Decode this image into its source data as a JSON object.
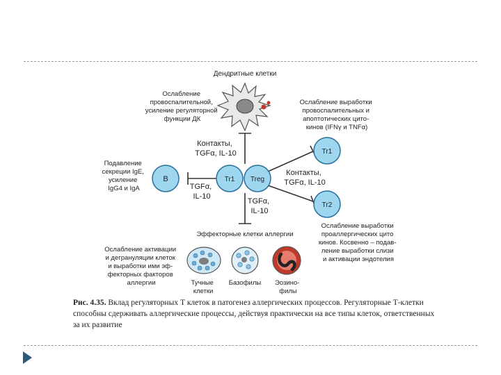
{
  "diagram": {
    "dendritic_title": "Дендритные клетки",
    "dc_effect": [
      "Ослабление",
      "провоспалительной,",
      "усиление регуляторной",
      "функции ДК"
    ],
    "contacts_upper": [
      "Контакты,",
      "TGFα, IL-10"
    ],
    "b_effect": [
      "Подавление",
      "секреции IgE,",
      "усиление",
      "IgG4 и IgA"
    ],
    "b_cell": "B",
    "tgf_left": [
      "TGFα,",
      "IL-10"
    ],
    "tr1": "Tr1",
    "treg": "Treg",
    "tr1_right": "Tr1",
    "tr2_right": "Tr2",
    "tr1_effect": [
      "Ослабление выработки",
      "провоспалительных и",
      "апоптотических цито-",
      "кинов (IFNγ и TNFα)"
    ],
    "contacts_right": [
      "Контакты,",
      "TGFα, IL-10"
    ],
    "tgf_bottom": [
      "TGFα,",
      "IL-10"
    ],
    "tr2_effect": [
      "Ослабление выработки",
      "проаллергических цито",
      "кинов. Косвенно – подав-",
      "ление выработки слизи",
      "и активации эндотелия"
    ],
    "effector_title": "Эффекторные клетки аллергии",
    "effector_effect": [
      "Ослабление активации",
      "и дегрануляции клеток",
      "и выработки ими эф-",
      "фекторных факторов",
      "аллергии"
    ],
    "mast_label": [
      "Тучные",
      "клетки"
    ],
    "basophil_label": "Базофилы",
    "eosinophil_label": [
      "Эозино-",
      "филы"
    ]
  },
  "caption": {
    "label": "Рис. 4.35.",
    "text": "Вклад регуляторных Т клеток в патогенез аллергических процессов. Регуляторные Т-клетки способны сдерживать аллергические процессы, действуя практически на все типы клеток, ответственных за их развитие"
  },
  "colors": {
    "cell_fill": "#9fd6ef",
    "cell_stroke": "#2a6f9a",
    "line": "#333333",
    "nav_arrow": "#2b5a7a",
    "eosinophil": "#c0392b"
  },
  "icons": [
    "dendritic-cell-icon",
    "mast-cell-icon",
    "basophil-icon",
    "eosinophil-icon",
    "nav-arrow-icon"
  ]
}
